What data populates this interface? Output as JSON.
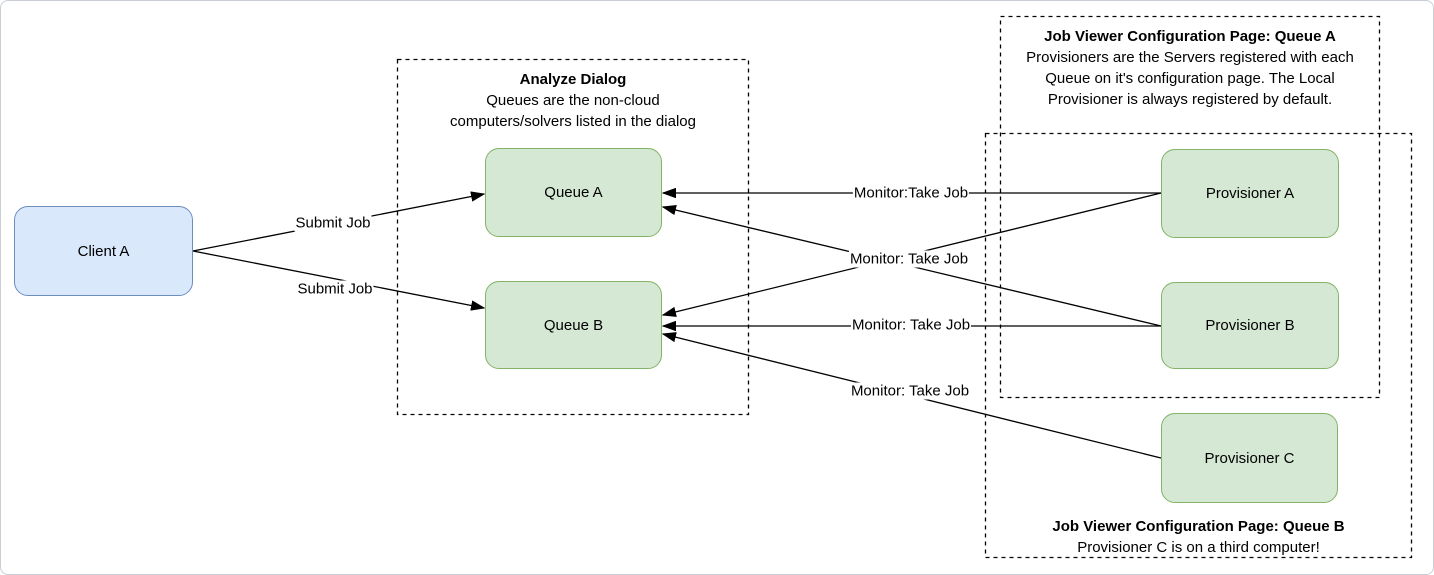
{
  "diagram": {
    "colors": {
      "node_green_fill": "#d5e8d4",
      "node_green_border": "#82b366",
      "node_blue_fill": "#dae8fc",
      "node_blue_border": "#6c8ebf",
      "connector": "#000000",
      "canvas_background": "#ffffff",
      "canvas_border": "#c9ced6"
    },
    "nodes": {
      "client_a": {
        "label": "Client A"
      },
      "queue_a": {
        "label": "Queue A"
      },
      "queue_b": {
        "label": "Queue B"
      },
      "provisioner_a": {
        "label": "Provisioner A"
      },
      "provisioner_b": {
        "label": "Provisioner B"
      },
      "provisioner_c": {
        "label": "Provisioner C"
      }
    },
    "groups": {
      "analyze_dialog": {
        "title": "Analyze Dialog",
        "description": "Queues are the non-cloud computers/solvers listed in the dialog"
      },
      "config_queue_a": {
        "title": "Job Viewer Configuration Page: Queue A",
        "description": "Provisioners are the Servers registered with each Queue on it's configuration page. The Local Provisioner is always registered by default."
      },
      "config_queue_b": {
        "title": "Job Viewer Configuration Page: Queue B",
        "description": "Provisioner C is on a third computer!"
      }
    },
    "edges": [
      {
        "from": "Client A",
        "to": "Queue A",
        "label": "Submit Job"
      },
      {
        "from": "Client A",
        "to": "Queue B",
        "label": "Submit Job"
      },
      {
        "from": "Provisioner A",
        "to": "Queue A",
        "label": "Monitor:Take Job"
      },
      {
        "from": "Provisioner A",
        "to": "Queue B",
        "label": "Monitor: Take Job"
      },
      {
        "from": "Provisioner B",
        "to": "Queue A",
        "label": ""
      },
      {
        "from": "Provisioner B",
        "to": "Queue B",
        "label": "Monitor: Take Job"
      },
      {
        "from": "Provisioner C",
        "to": "Queue B",
        "label": "Monitor: Take Job"
      }
    ]
  }
}
